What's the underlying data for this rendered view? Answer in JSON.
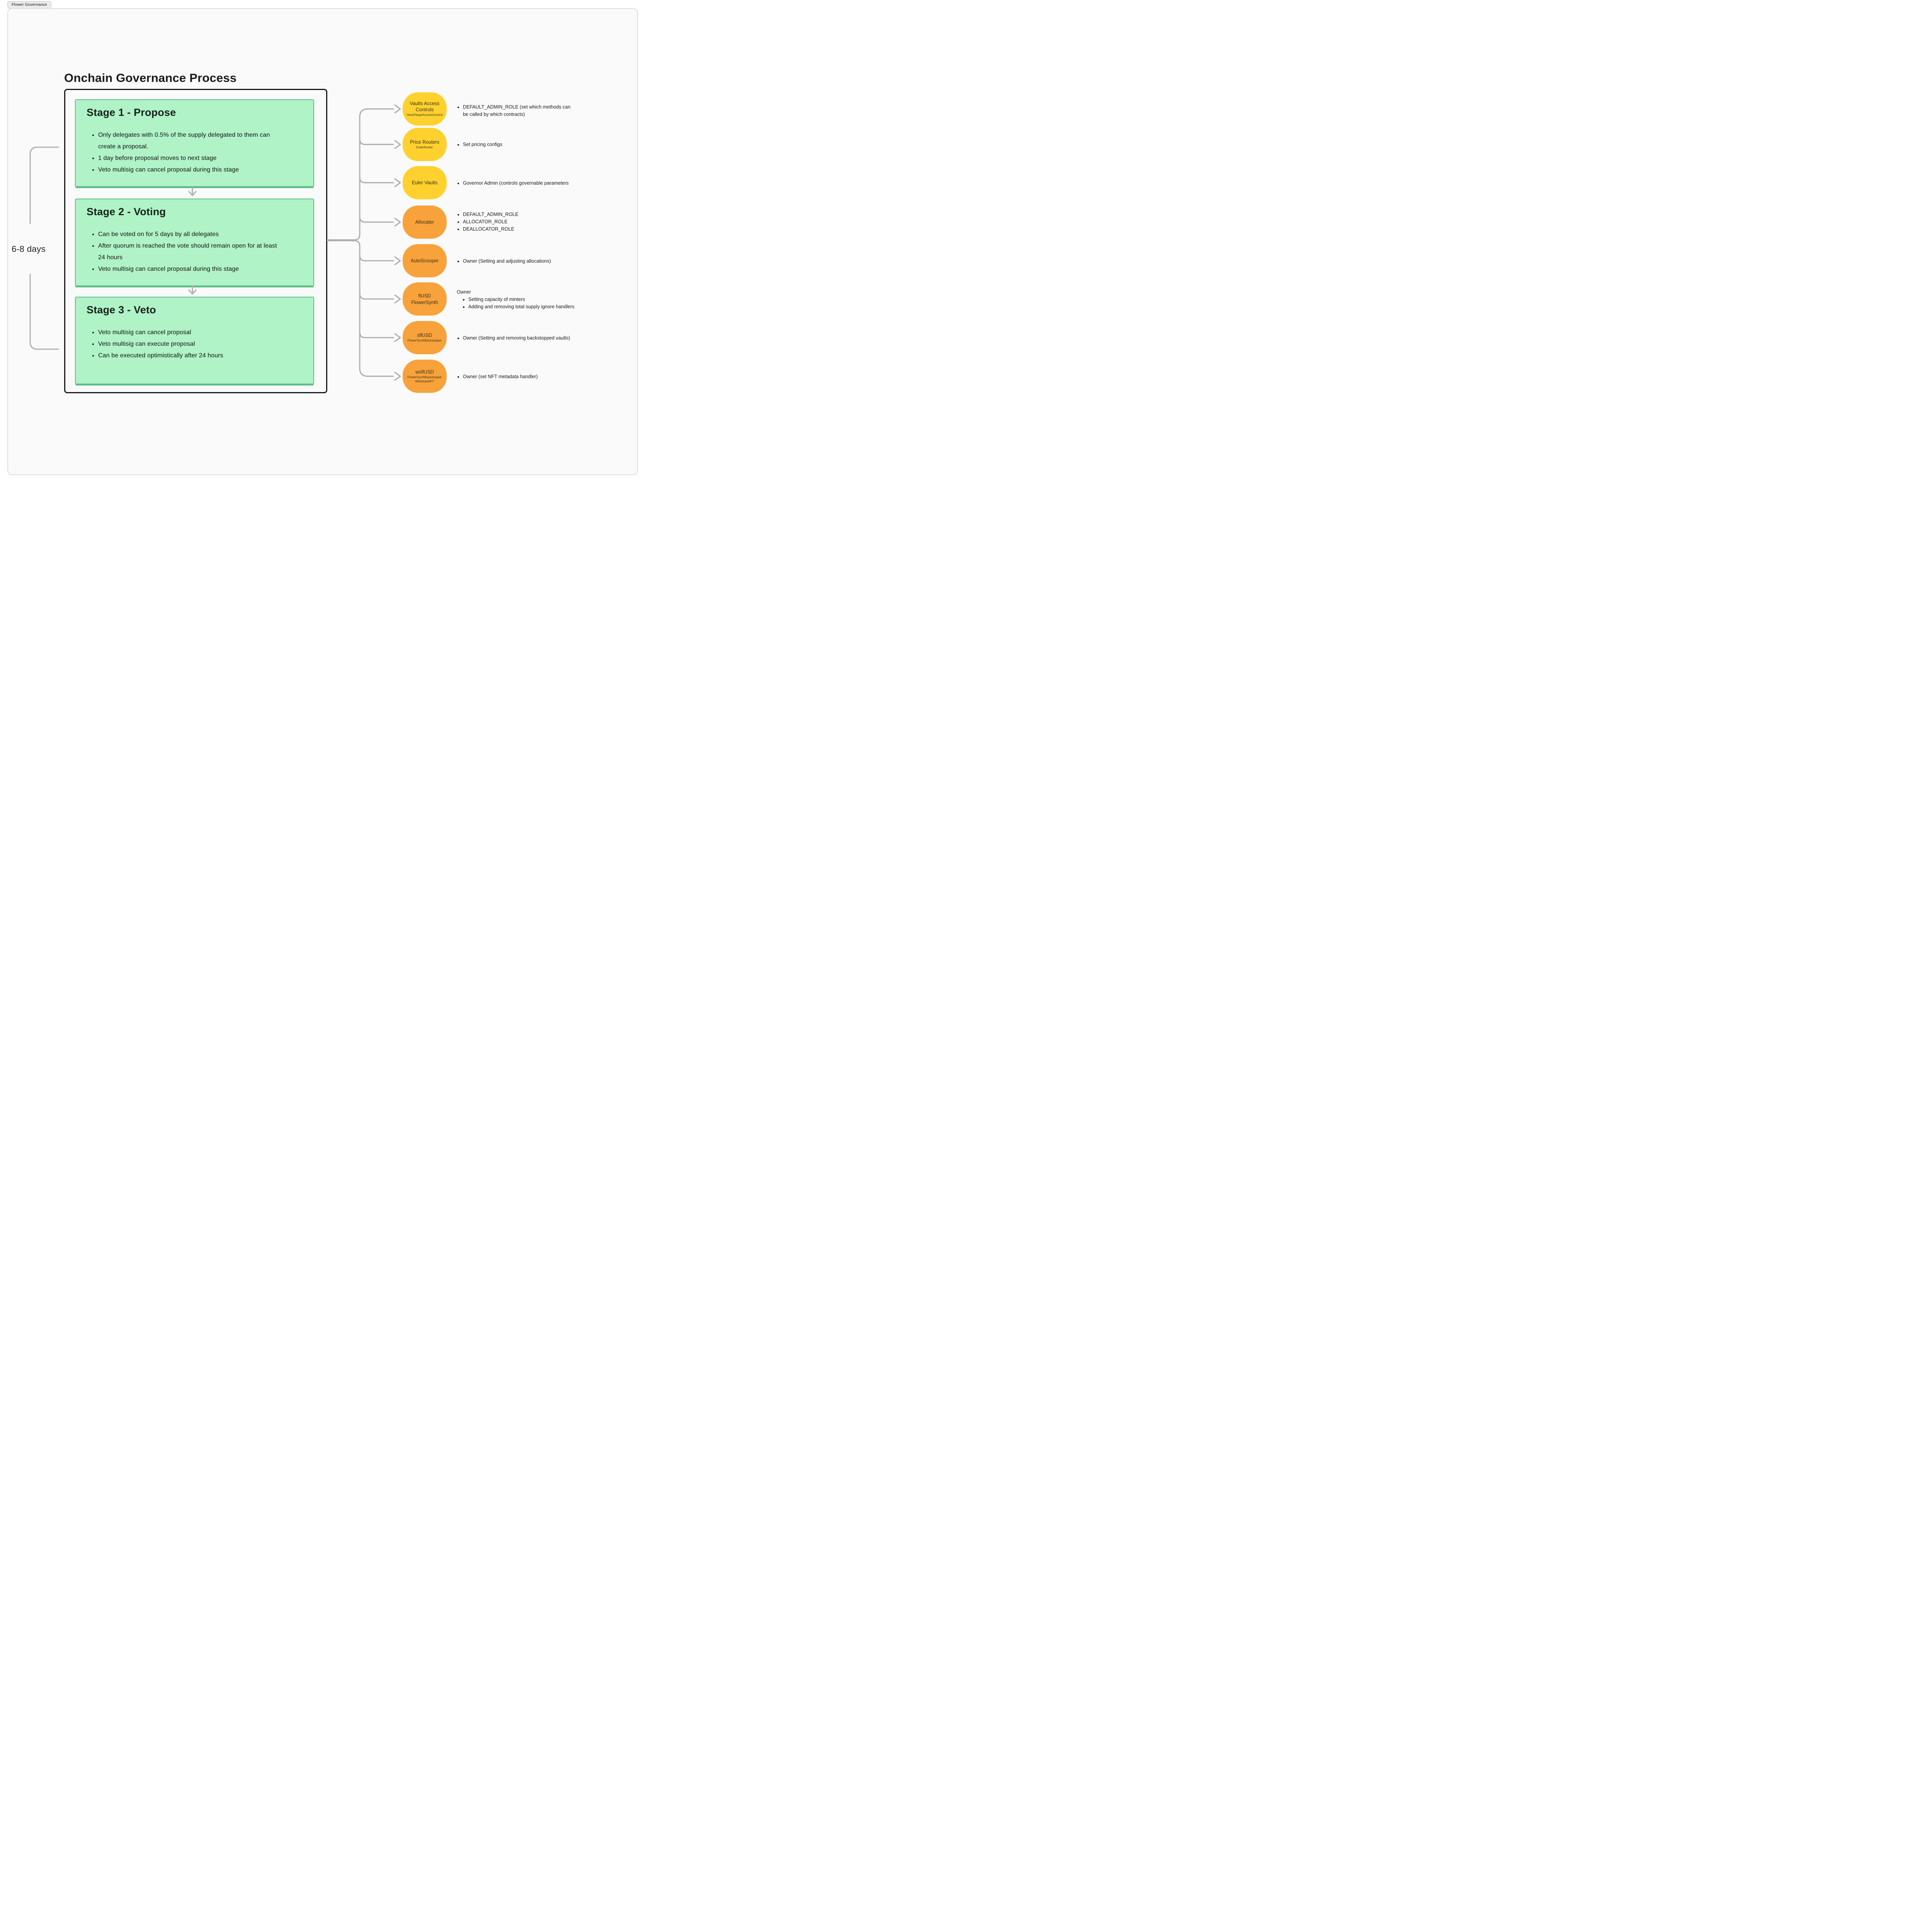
{
  "frame": {
    "label": "Flower Governance"
  },
  "title": "Onchain Governance Process",
  "duration_label": "6-8 days",
  "stages": [
    {
      "heading": "Stage 1 - Propose",
      "bullets": [
        "Only delegates with 0.5% of the supply delegated to them can create a proposal.",
        "1 day before proposal moves to next stage",
        "Veto multisig can cancel proposal during this stage"
      ]
    },
    {
      "heading": "Stage 2 - Voting",
      "bullets": [
        "Can be voted on for 5 days by all delegates",
        "After quorum is reached the vote should remain open for at least 24 hours",
        "Veto multisig can cancel proposal during this stage"
      ]
    },
    {
      "heading": "Stage 3 - Veto",
      "bullets": [
        "Veto multisig can cancel proposal",
        "Veto multisig can execute proposal",
        "Can be executed optimistically after 24 hours"
      ]
    }
  ],
  "nodes": [
    {
      "t1": "Vaults Access Controls",
      "s1": "HookTargetAccessControl",
      "side": {
        "bullets": [
          "DEFAULT_ADMIN_ROLE (set which methods can be called by which contracts)"
        ]
      }
    },
    {
      "t1": "Price Routers",
      "s1": "EulerRouter",
      "side": {
        "bullets": [
          "Set pricing configs"
        ]
      }
    },
    {
      "t1": "Euler Vaults",
      "side": {
        "bullets": [
          "Governor Admin (controls governable parameters"
        ]
      }
    },
    {
      "t1": "Allocater",
      "side": {
        "bullets": [
          "DEFAULT_ADMIN_ROLE",
          "ALLOCATOR_ROLE",
          "DEALLOCATOR_ROLE"
        ]
      }
    },
    {
      "t1": "AutoScooper",
      "side": {
        "bullets": [
          "Owner (Setting and adjusting allocations)"
        ]
      }
    },
    {
      "t1": "flUSD",
      "t2": "FlowerSynth",
      "side": {
        "pre": "Owner",
        "bullets": [
          "Setting capacity of minters",
          "Adding and removing total supply ignore handlers"
        ]
      }
    },
    {
      "t1": "sflUSD",
      "s1": "FlowerSynthBackstopper",
      "side": {
        "bullets": [
          "Owner (Setting and removing backstopped vaults)"
        ]
      }
    },
    {
      "t1": "wsflUSD",
      "s1": "FlowerSynthBackstopper",
      "s2": "WithdrawNFT",
      "side": {
        "bullets": [
          "Owner (set NFT metadata handler)"
        ]
      }
    }
  ],
  "colors": {
    "node_yellow": "#FFD12E",
    "node_orange": "#F8A23B",
    "stage_green": "#AFF3C7",
    "stage_border": "#5CBF86",
    "connector_gray": "#ACACAC"
  }
}
